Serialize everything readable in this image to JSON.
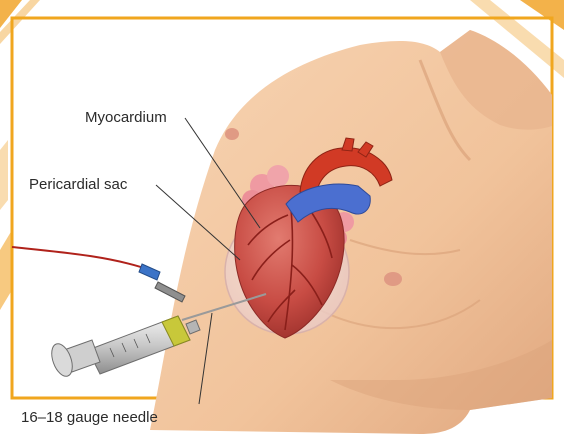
{
  "labels": {
    "myocardium": "Myocardium",
    "pericardial_sac": "Pericardial sac",
    "needle": "16–18 gauge needle"
  },
  "colors": {
    "frame": "#f0a61e",
    "skin": "#f3c9a4",
    "skin_shadow": "#dba47c",
    "myocardium": "#c9534b",
    "aorta": "#d13a25",
    "vena_cava": "#4b6fd0",
    "pericardium": "#f2dcd8",
    "fat": "#ef9aa2",
    "syringe_band": "#c8c83a"
  }
}
